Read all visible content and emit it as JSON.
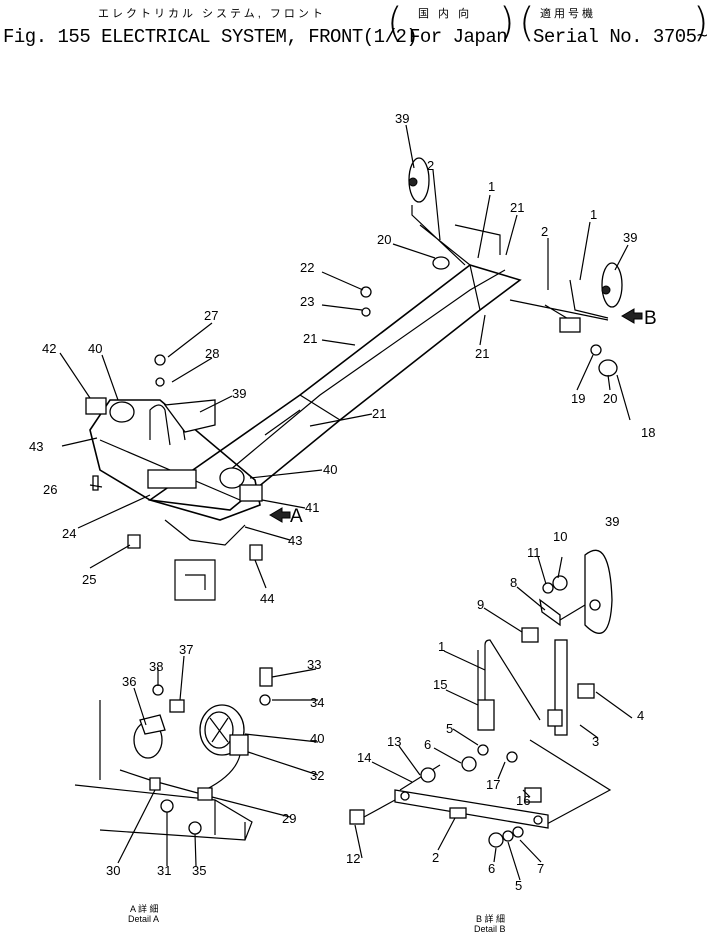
{
  "header": {
    "title_jp": "エレクトリカル システム, フロント",
    "title_en": "Fig. 155 ELECTRICAL SYSTEM, FRONT(1/2)",
    "region_jp": "国 内 向",
    "region_en": "For Japan",
    "serial_jp": "適用号機",
    "serial_en": "Serial No. 3705~"
  },
  "views": {
    "arrow_a": "A",
    "arrow_b": "B",
    "detail_a_jp": "A 詳 細",
    "detail_a_en": "Detail A",
    "detail_b_jp": "B 詳 細",
    "detail_b_en": "Detail B"
  },
  "callouts": {
    "main": [
      "39",
      "2",
      "1",
      "21",
      "20",
      "1",
      "2",
      "39",
      "22",
      "23",
      "21",
      "21",
      "19",
      "20",
      "18",
      "27",
      "28",
      "42",
      "40",
      "39",
      "21",
      "43",
      "40",
      "26",
      "41",
      "24",
      "25",
      "43",
      "44"
    ],
    "detail_b": [
      "39",
      "11",
      "10",
      "8",
      "9",
      "1",
      "15",
      "5",
      "6",
      "13",
      "14",
      "3",
      "4",
      "17",
      "16",
      "12",
      "2",
      "6",
      "5",
      "7"
    ],
    "detail_a": [
      "37",
      "38",
      "36",
      "33",
      "34",
      "40",
      "32",
      "29",
      "30",
      "31",
      "35"
    ]
  }
}
